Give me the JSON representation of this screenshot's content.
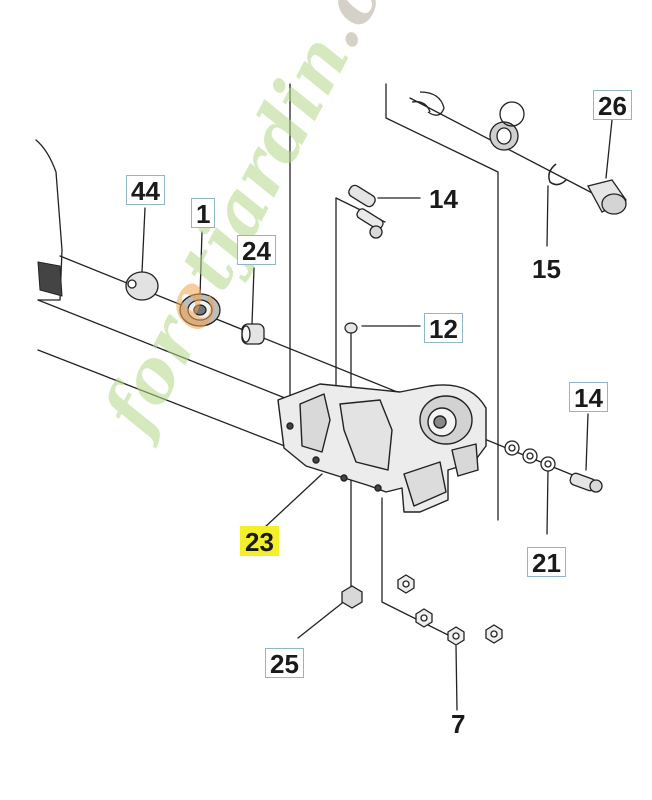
{
  "diagram": {
    "callouts": {
      "c44": "44",
      "c1": "1",
      "c24": "24",
      "c14a": "14",
      "c26": "26",
      "c15": "15",
      "c12": "12",
      "c14b": "14",
      "c21": "21",
      "c23": "23",
      "c25": "25",
      "c7": "7"
    },
    "highlight_color": "#f3ef2a",
    "callout_border_color": "#8fb8c4"
  },
  "watermark": {
    "part1": "for",
    "part2": "e",
    "part3": "tjardin",
    "part4": ".com"
  }
}
